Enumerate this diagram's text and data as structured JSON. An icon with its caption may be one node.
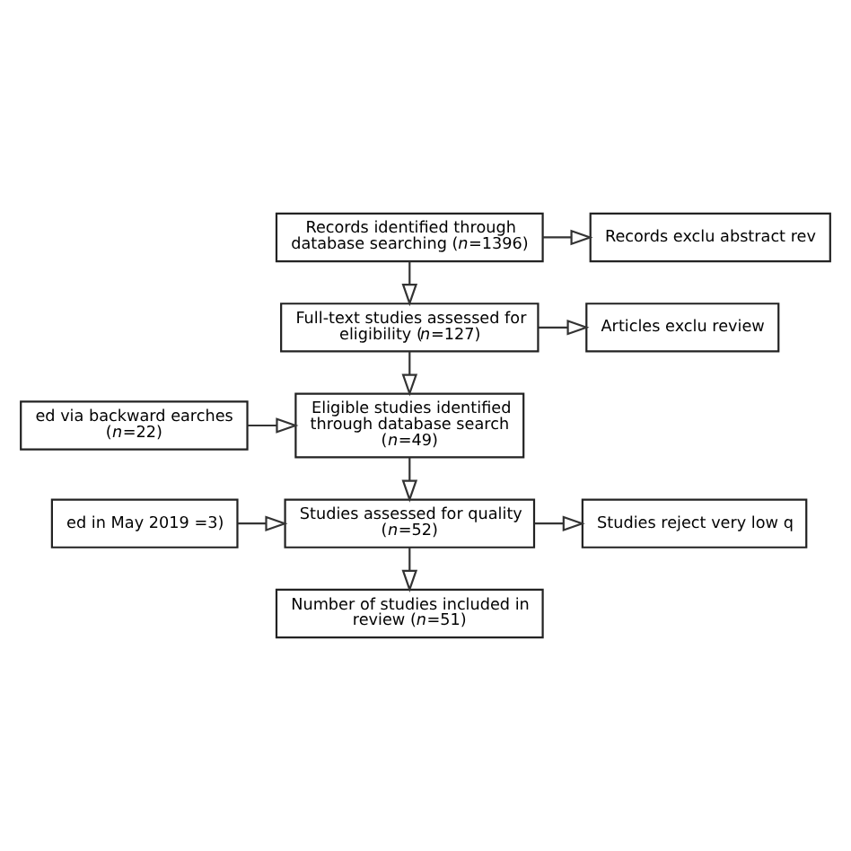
{
  "diagram": {
    "nodes": [
      {
        "text": [
          "Records identified through database searching (*n*=1396)"
        ]
      },
      {
        "text": [
          "Records exclu abstract rev"
        ]
      },
      {
        "text": [
          "Full-text studies assessed for eligibility (*n*=127)"
        ]
      },
      {
        "text": [
          "Articles exclu review"
        ]
      },
      {
        "text": [
          "ed via backward earches (*n*=22)"
        ]
      },
      {
        "text": [
          "Eligible studies identified through database search (*n*=49)"
        ]
      },
      {
        "text": [
          "ed in May 2019 =3)"
        ]
      },
      {
        "text": [
          "Studies assessed for quality (*n*=52)"
        ]
      },
      {
        "text": [
          "Studies reject very low q"
        ]
      },
      {
        "text": [
          "Number of studies included in review (*n*=51)"
        ]
      }
    ],
    "edges": [
      {
        "from": 0,
        "to": 1,
        "arrow": "to"
      },
      {
        "from": 0,
        "to": 2,
        "arrow": "to"
      },
      {
        "from": 2,
        "to": 3,
        "arrow": "to"
      },
      {
        "from": 4,
        "to": 5,
        "arrow": "to"
      },
      {
        "from": 2,
        "to": 5,
        "arrow": "to"
      },
      {
        "from": 6,
        "to": 7,
        "arrow": "to"
      },
      {
        "from": 5,
        "to": 7,
        "arrow": "to"
      },
      {
        "from": 7,
        "to": 8,
        "arrow": "to"
      },
      {
        "from": 7,
        "to": 9,
        "arrow": "to"
      }
    ]
  }
}
